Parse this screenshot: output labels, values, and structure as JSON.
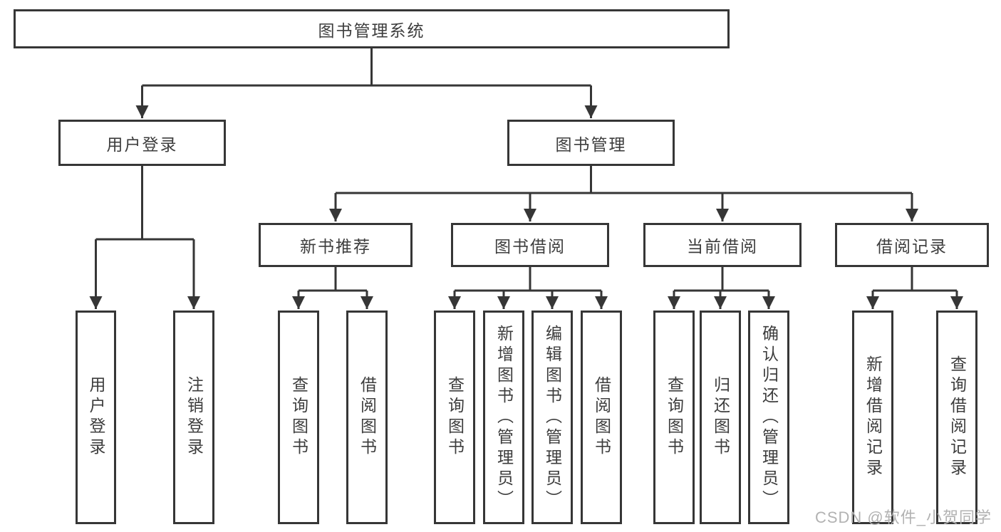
{
  "diagram": {
    "title_node": {
      "label": "图书管理系统"
    },
    "level2": [
      {
        "label": "用户登录"
      },
      {
        "label": "图书管理"
      }
    ],
    "level3": [
      {
        "label": "新书推荐"
      },
      {
        "label": "图书借阅"
      },
      {
        "label": "当前借阅"
      },
      {
        "label": "借阅记录"
      }
    ],
    "leaves": {
      "user_login": [
        "用户登录",
        "注销登录"
      ],
      "new_book": [
        "查询图书",
        "借阅图书"
      ],
      "book_borrow": [
        "查询图书",
        "新增图书（管理员）",
        "编辑图书（管理员）",
        "借阅图书"
      ],
      "current_borrow": [
        "查询图书",
        "归还图书",
        "确认归还（管理员）"
      ],
      "borrow_records": [
        "新增借阅记录",
        "查询借阅记录"
      ]
    }
  },
  "watermark": {
    "text": "CSDN @软件_小贺同学"
  },
  "colors": {
    "line": "#363636",
    "node_text": "#3d3d3d",
    "background": "#ffffff",
    "watermark_text": "#b2b2b2"
  }
}
